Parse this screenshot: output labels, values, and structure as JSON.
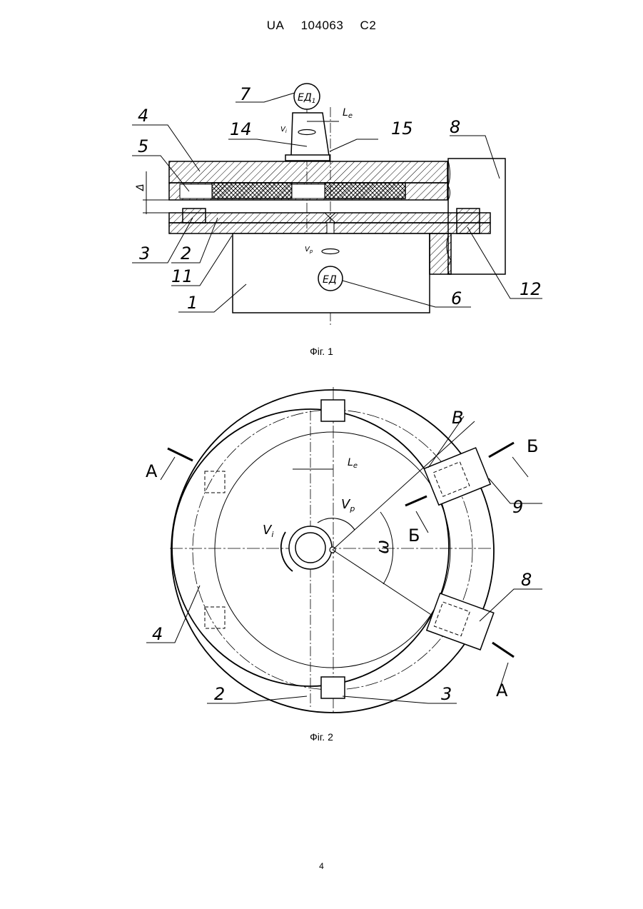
{
  "header": {
    "country": "UA",
    "number": "104063",
    "kind": "C2"
  },
  "fig1": {
    "caption": "Фіг. 1",
    "labels": {
      "n1": "1",
      "n2": "2",
      "n3": "3",
      "n4": "4",
      "n5": "5",
      "n6": "6",
      "n7": "7",
      "n8": "8",
      "n11": "11",
      "n12": "12",
      "n14": "14",
      "n15": "15"
    },
    "motor_top": "ЕД",
    "motor_top_sub": "1",
    "motor_bottom": "ЕД",
    "Le": "L",
    "Le_sub": "e",
    "Vi": "V",
    "Vi_sub": "i",
    "Vp": "V",
    "Vp_sub": "p",
    "delta": "Δ"
  },
  "fig2": {
    "caption": "Фіг. 2",
    "labels": {
      "n2": "2",
      "n3": "3",
      "n4": "4",
      "n8": "8",
      "n9": "9"
    },
    "section_A": "A",
    "section_B": "Б",
    "B_dim": "B",
    "omega": "ω",
    "Le": "L",
    "Le_sub": "e",
    "Vi": "V",
    "Vi_sub": "i",
    "Vp": "V",
    "Vp_sub": "p"
  },
  "page_number": "4"
}
